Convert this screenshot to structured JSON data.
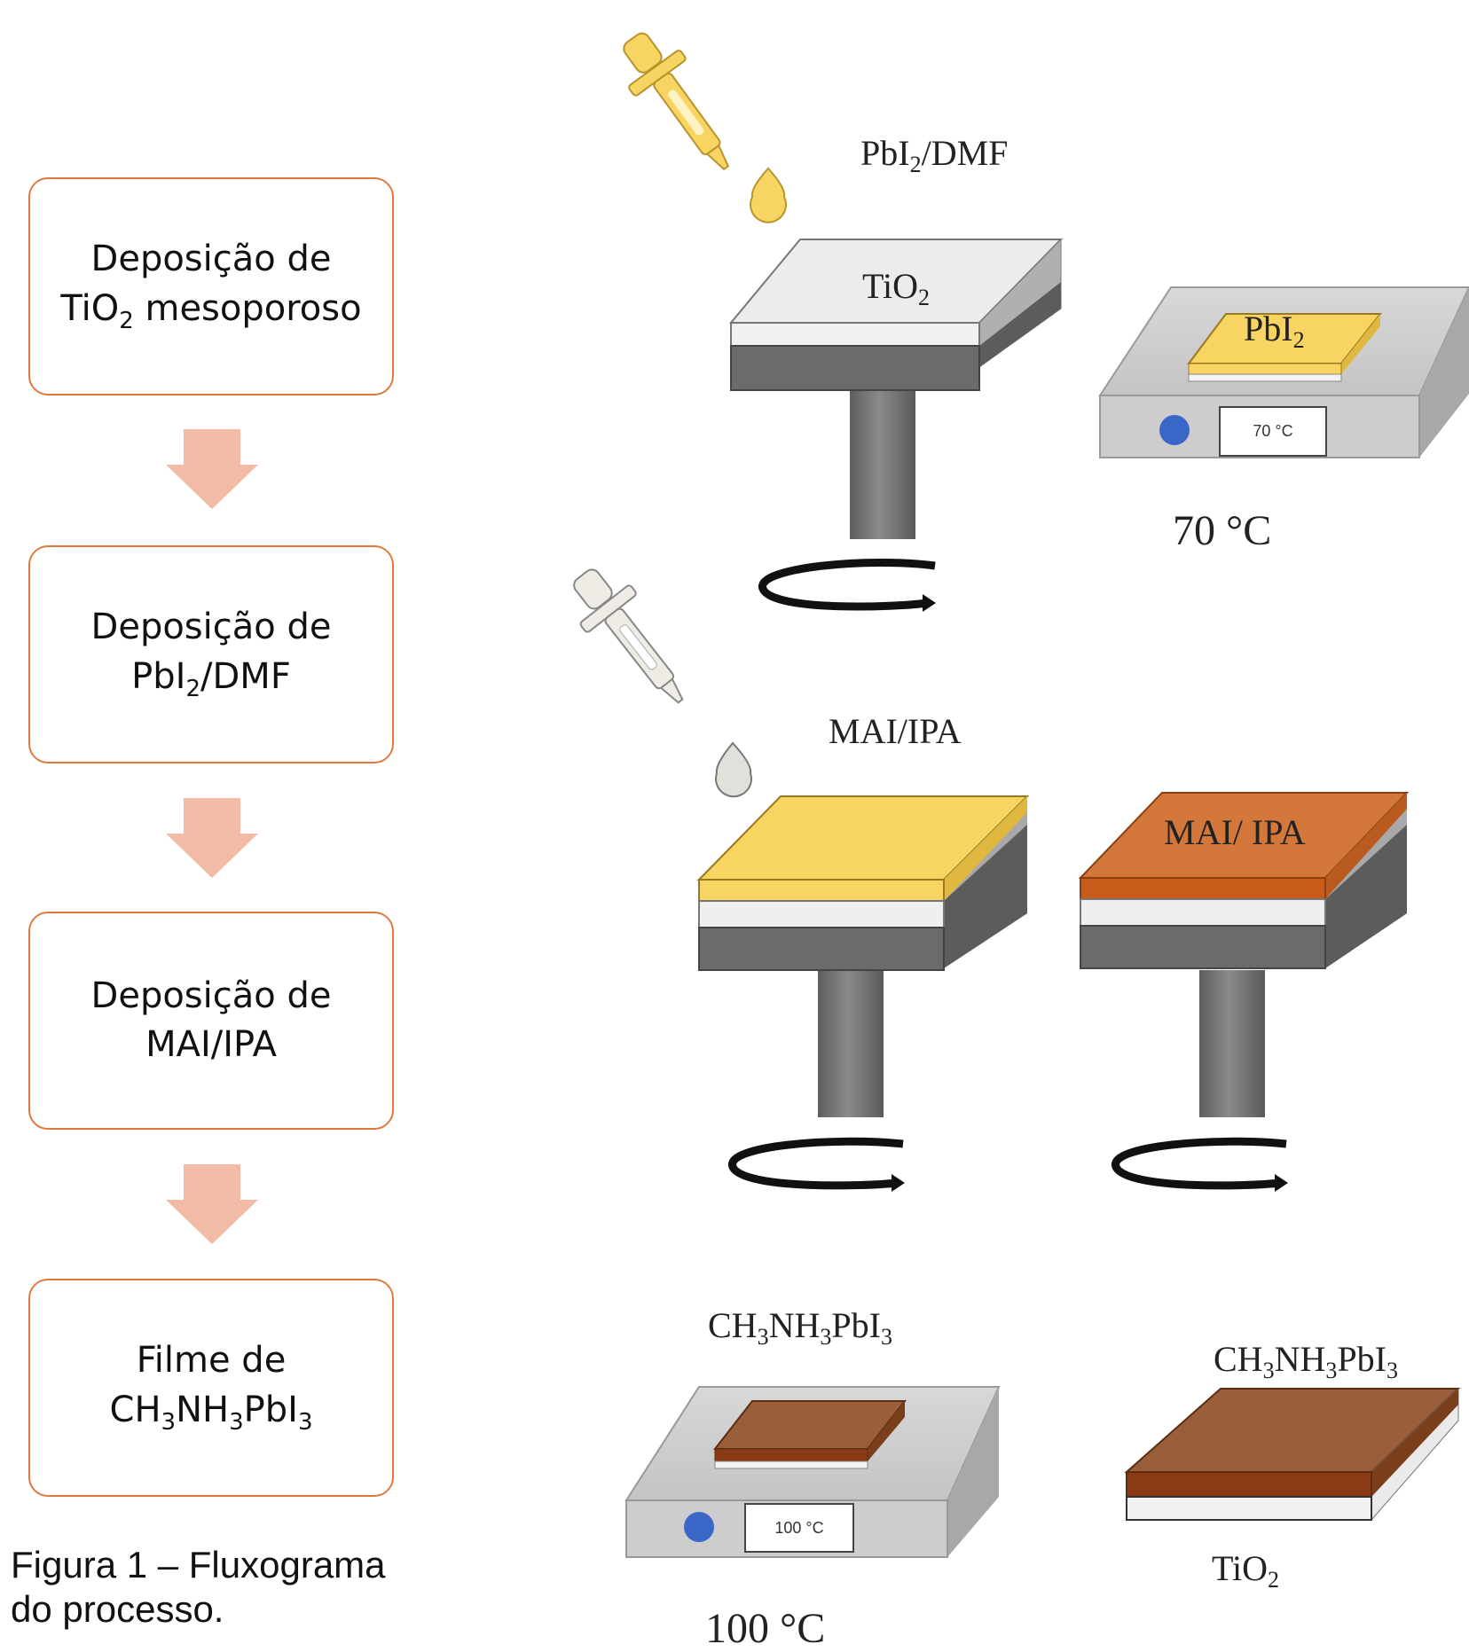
{
  "flowchart": {
    "steps": [
      {
        "line1": "Deposição de",
        "line2_pre": "TiO",
        "line2_sub": "2",
        "line2_post": " mesoporoso"
      },
      {
        "line1": "Deposição de",
        "line2_pre": "PbI",
        "line2_sub": "2",
        "line2_post": "/DMF"
      },
      {
        "line1": "Deposição de",
        "line2": "MAI/IPA"
      },
      {
        "line1": "Filme de",
        "l2a": "CH",
        "s1": "3",
        "l2b": "NH",
        "s2": "3",
        "l2c": "PbI",
        "s3": "3"
      }
    ],
    "caption_line1": "Figura 1 – Fluxograma",
    "caption_line2": "do processo."
  },
  "colors": {
    "box_border": "#e07a3c",
    "flow_arrow": "#f2bba6",
    "pbi2_yellow": "#f8d462",
    "perovskite_brown": "#9a5e3a",
    "mai_orange": "#d4773a",
    "hotplate_led": "#3a66c8"
  },
  "scene": {
    "drop1_label": {
      "pre": "PbI",
      "sub": "2",
      "post": "/DMF"
    },
    "substrate1_label": {
      "pre": "TiO",
      "sub": "2"
    },
    "hotplate1_film_label": {
      "pre": "PbI",
      "sub": "2"
    },
    "hotplate1_display": "70 °C",
    "hotplate1_temp": "70 °C",
    "drop2_label": "MAI/IPA",
    "substrate3_label": "MAI/ IPA",
    "hotplate2_above": {
      "a": "CH",
      "s1": "3",
      "b": "NH",
      "s2": "3",
      "c": "PbI",
      "s3": "3"
    },
    "hotplate2_display": "100 °C",
    "hotplate2_temp": "100 °C",
    "final_top": {
      "a": "CH",
      "s1": "3",
      "b": "NH",
      "s2": "3",
      "c": "PbI",
      "s3": "3"
    },
    "final_bottom": {
      "pre": "TiO",
      "sub": "2"
    }
  }
}
